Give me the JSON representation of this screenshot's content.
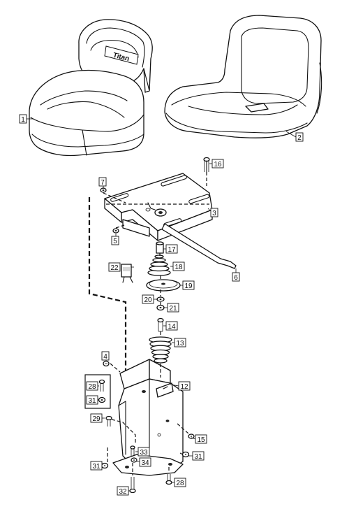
{
  "seat_logo_text": "Titan",
  "callouts": [
    {
      "id": "1",
      "label": "1"
    },
    {
      "id": "2",
      "label": "2"
    },
    {
      "id": "3",
      "label": "3"
    },
    {
      "id": "4",
      "label": "4"
    },
    {
      "id": "5",
      "label": "5"
    },
    {
      "id": "6",
      "label": "6"
    },
    {
      "id": "7",
      "label": "7"
    },
    {
      "id": "12",
      "label": "12"
    },
    {
      "id": "13",
      "label": "13"
    },
    {
      "id": "14",
      "label": "14"
    },
    {
      "id": "15",
      "label": "15"
    },
    {
      "id": "16",
      "label": "16"
    },
    {
      "id": "17",
      "label": "17"
    },
    {
      "id": "18",
      "label": "18"
    },
    {
      "id": "19",
      "label": "19"
    },
    {
      "id": "20",
      "label": "20"
    },
    {
      "id": "21",
      "label": "21"
    },
    {
      "id": "22",
      "label": "22"
    },
    {
      "id": "28a",
      "label": "28"
    },
    {
      "id": "28b",
      "label": "28"
    },
    {
      "id": "29",
      "label": "29"
    },
    {
      "id": "31a",
      "label": "31"
    },
    {
      "id": "31b",
      "label": "31"
    },
    {
      "id": "31c",
      "label": "31"
    },
    {
      "id": "32",
      "label": "32"
    },
    {
      "id": "33",
      "label": "33"
    },
    {
      "id": "34",
      "label": "34"
    }
  ]
}
